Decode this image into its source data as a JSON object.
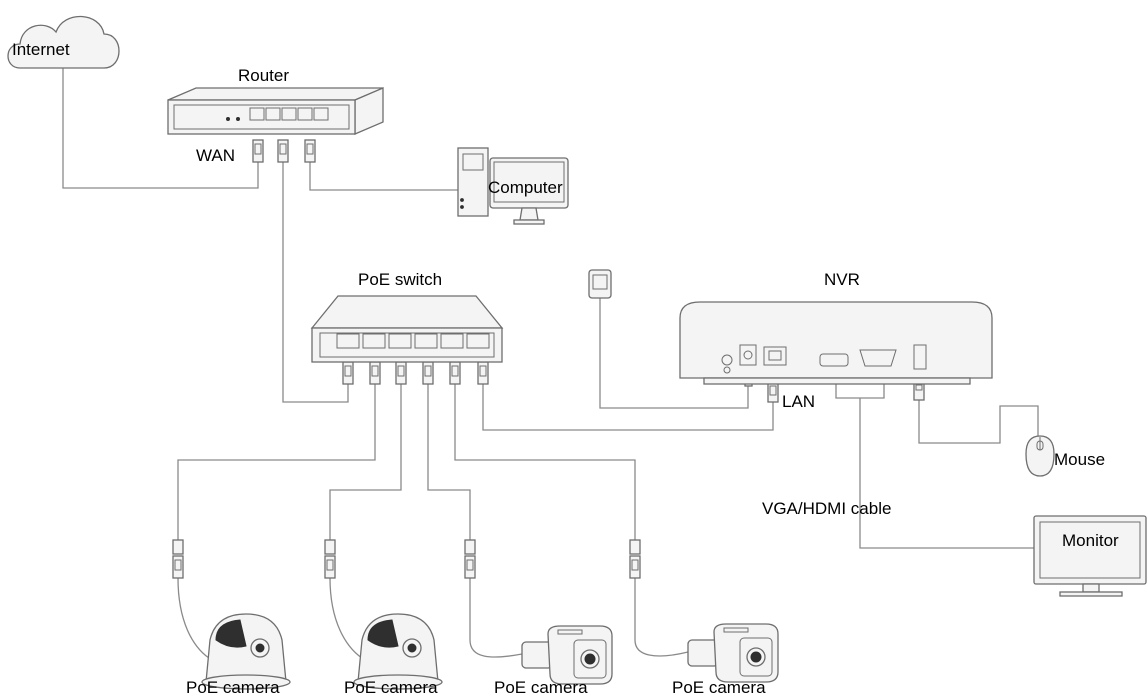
{
  "labels": {
    "internet": "Internet",
    "router": "Router",
    "wan": "WAN",
    "computer": "Computer",
    "poe_switch": "PoE switch",
    "nvr": "NVR",
    "lan": "LAN",
    "mouse": "Mouse",
    "vga_hdmi_cable": "VGA/HDMI cable",
    "monitor": "Monitor",
    "cameras": [
      "PoE camera",
      "PoE camera",
      "PoE camera",
      "PoE camera"
    ]
  },
  "colors": {
    "wire": "#8a8a8a",
    "device_fill": "#f4f4f4",
    "device_stroke": "#6e6e6e",
    "text": "#000000"
  }
}
